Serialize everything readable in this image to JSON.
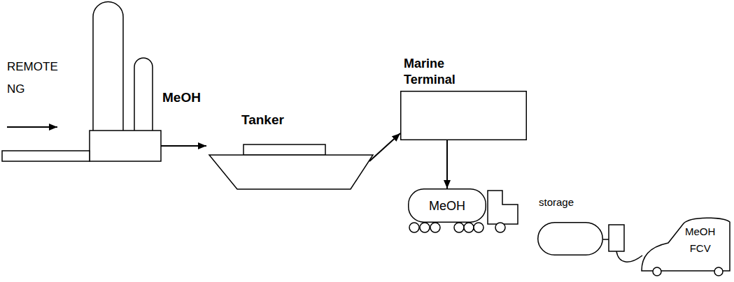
{
  "diagram": {
    "nodes": [
      {
        "text": [
          "Tanker"
        ]
      },
      {
        "text": [
          "Marine Terminal"
        ]
      },
      {
        "text": [
          "MeOH"
        ]
      },
      {
        "text": [
          "storage"
        ]
      },
      {
        "text": [
          "MeOH FCV"
        ]
      }
    ],
    "edges": [
      {
        "from": 0,
        "to": 1,
        "arrow": "to"
      },
      {
        "from": 1,
        "to": 2,
        "arrow": "to"
      }
    ],
    "labels": [
      "REMOTE NG",
      "MeOH"
    ]
  }
}
